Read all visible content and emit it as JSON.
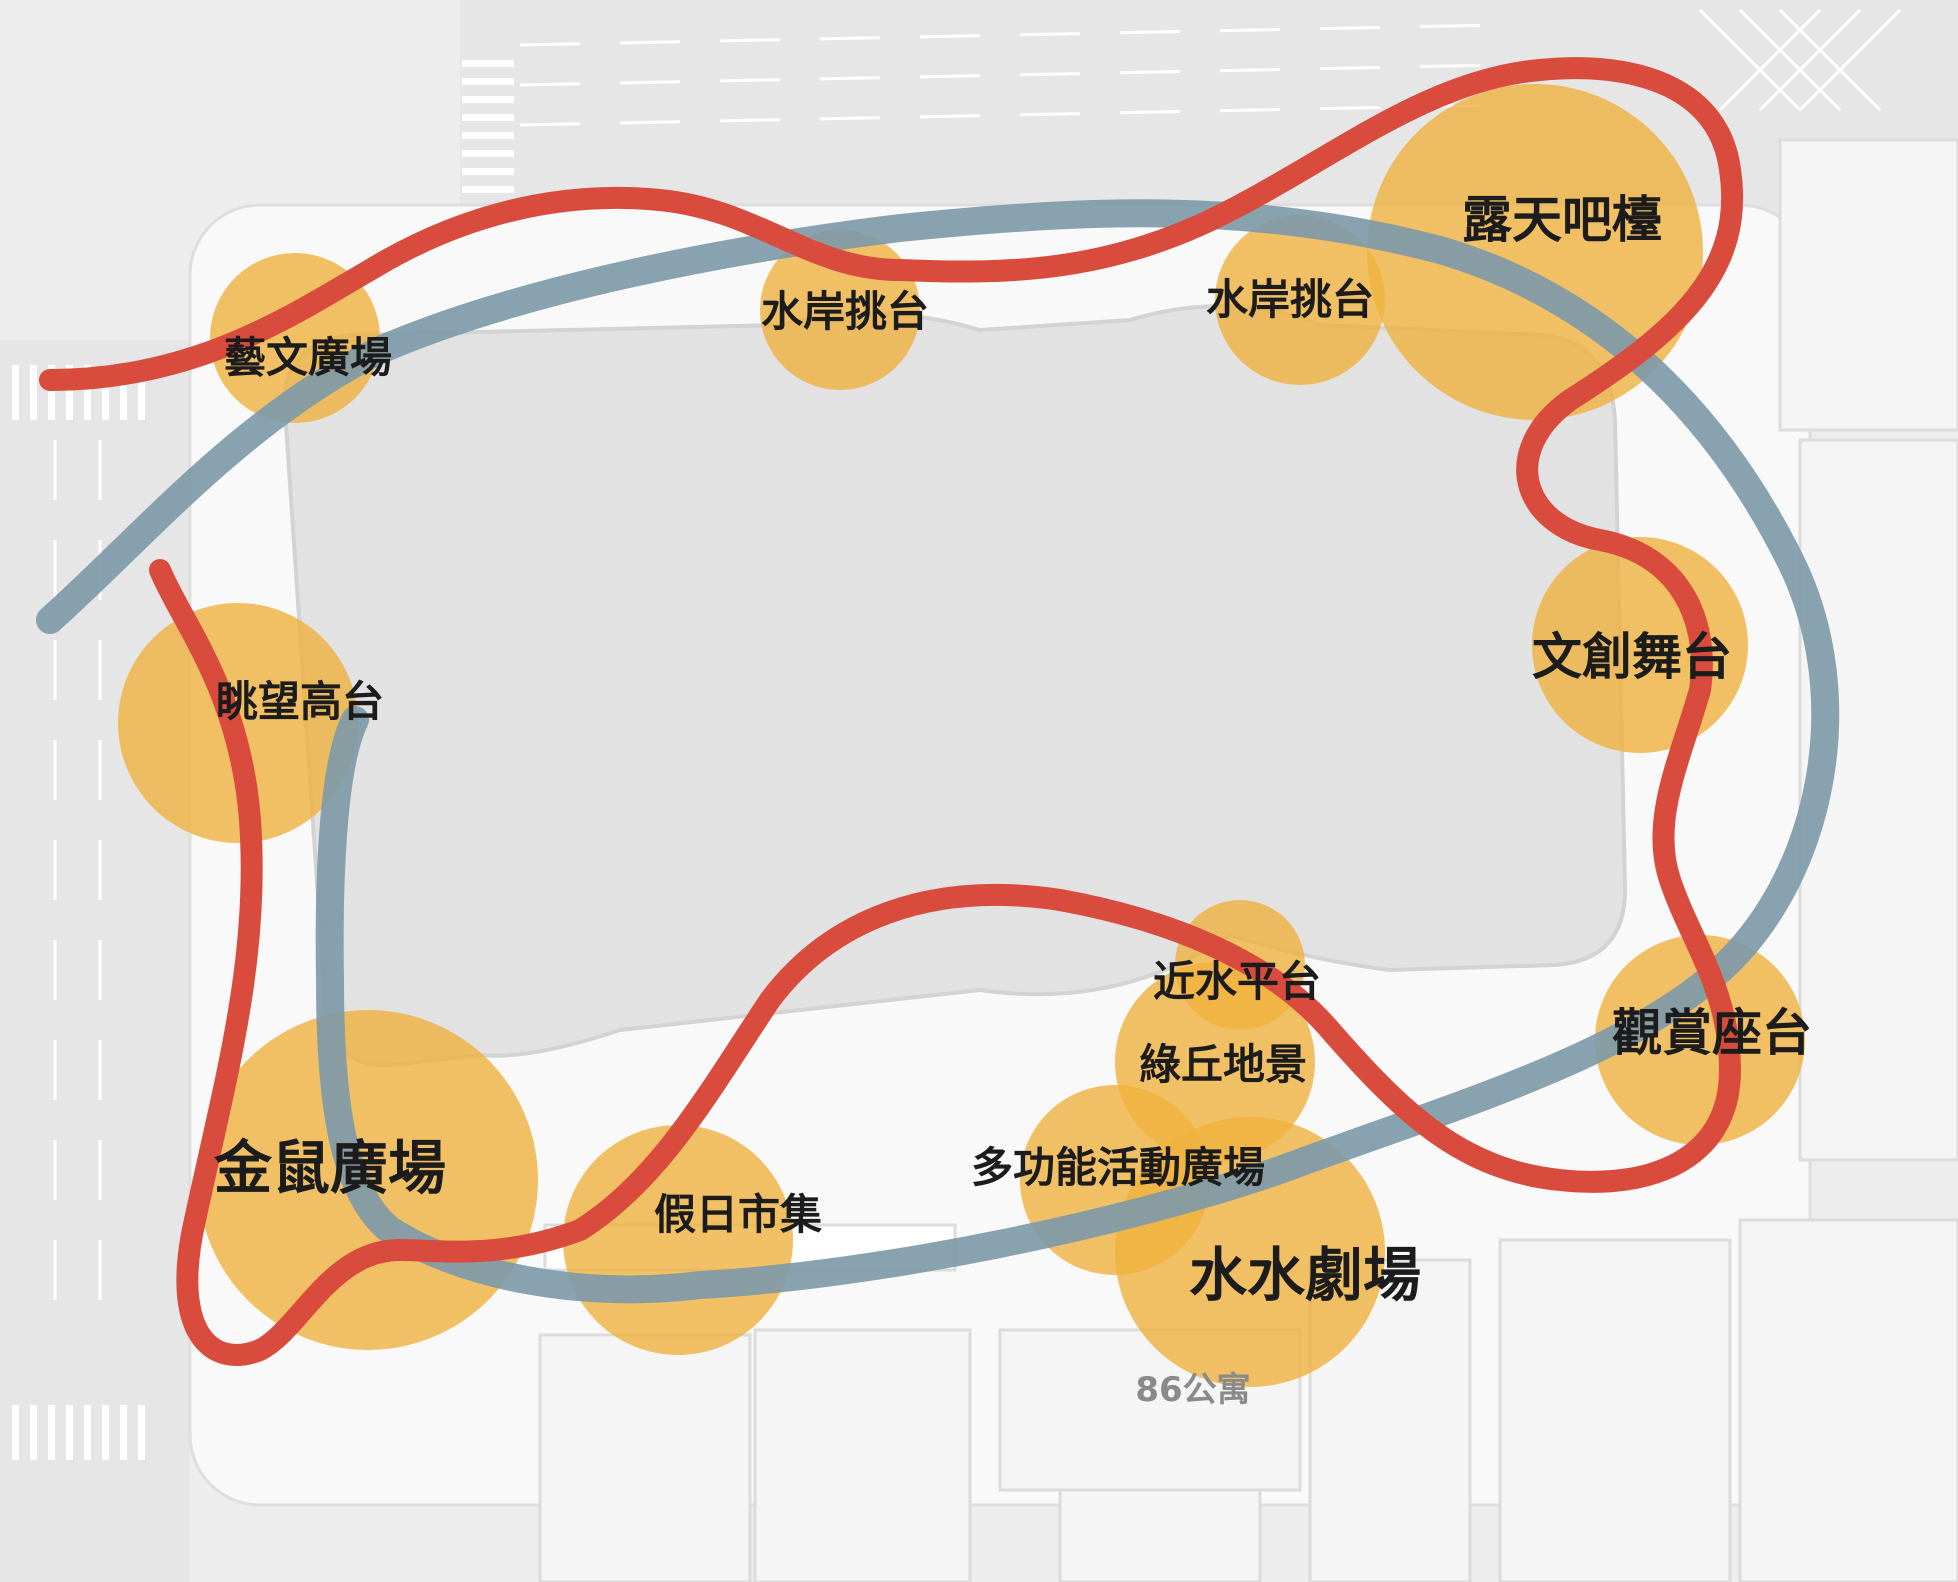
{
  "map": {
    "colors": {
      "background": "#ededed",
      "site_plate": "#f9f9f9",
      "inner_block": "#e2e2e2",
      "road_marking": "#ffffff",
      "red_route": "#d94c3d",
      "blue_route": "#7f9aa8",
      "activity_circle": "#f0b23f",
      "label_text": "#1c1c1c",
      "building_label": "#8a8a8a"
    },
    "spots": {
      "yiwen_plaza": "藝文廣場",
      "waterfront_deck_1": "水岸挑台",
      "waterfront_deck_2": "水岸挑台",
      "open_air_bar": "露天吧檯",
      "lookout_platform": "眺望高台",
      "creative_stage": "文創舞台",
      "near_water_platform": "近水平台",
      "green_hill_landscape": "綠丘地景",
      "viewing_seating": "觀賞座台",
      "golden_rat_plaza": "金鼠廣場",
      "weekend_market": "假日市集",
      "multi_function_plaza": "多功能活動廣場",
      "water_theater": "水水劇場"
    },
    "buildings": {
      "apartment_86": "86公寓"
    }
  }
}
